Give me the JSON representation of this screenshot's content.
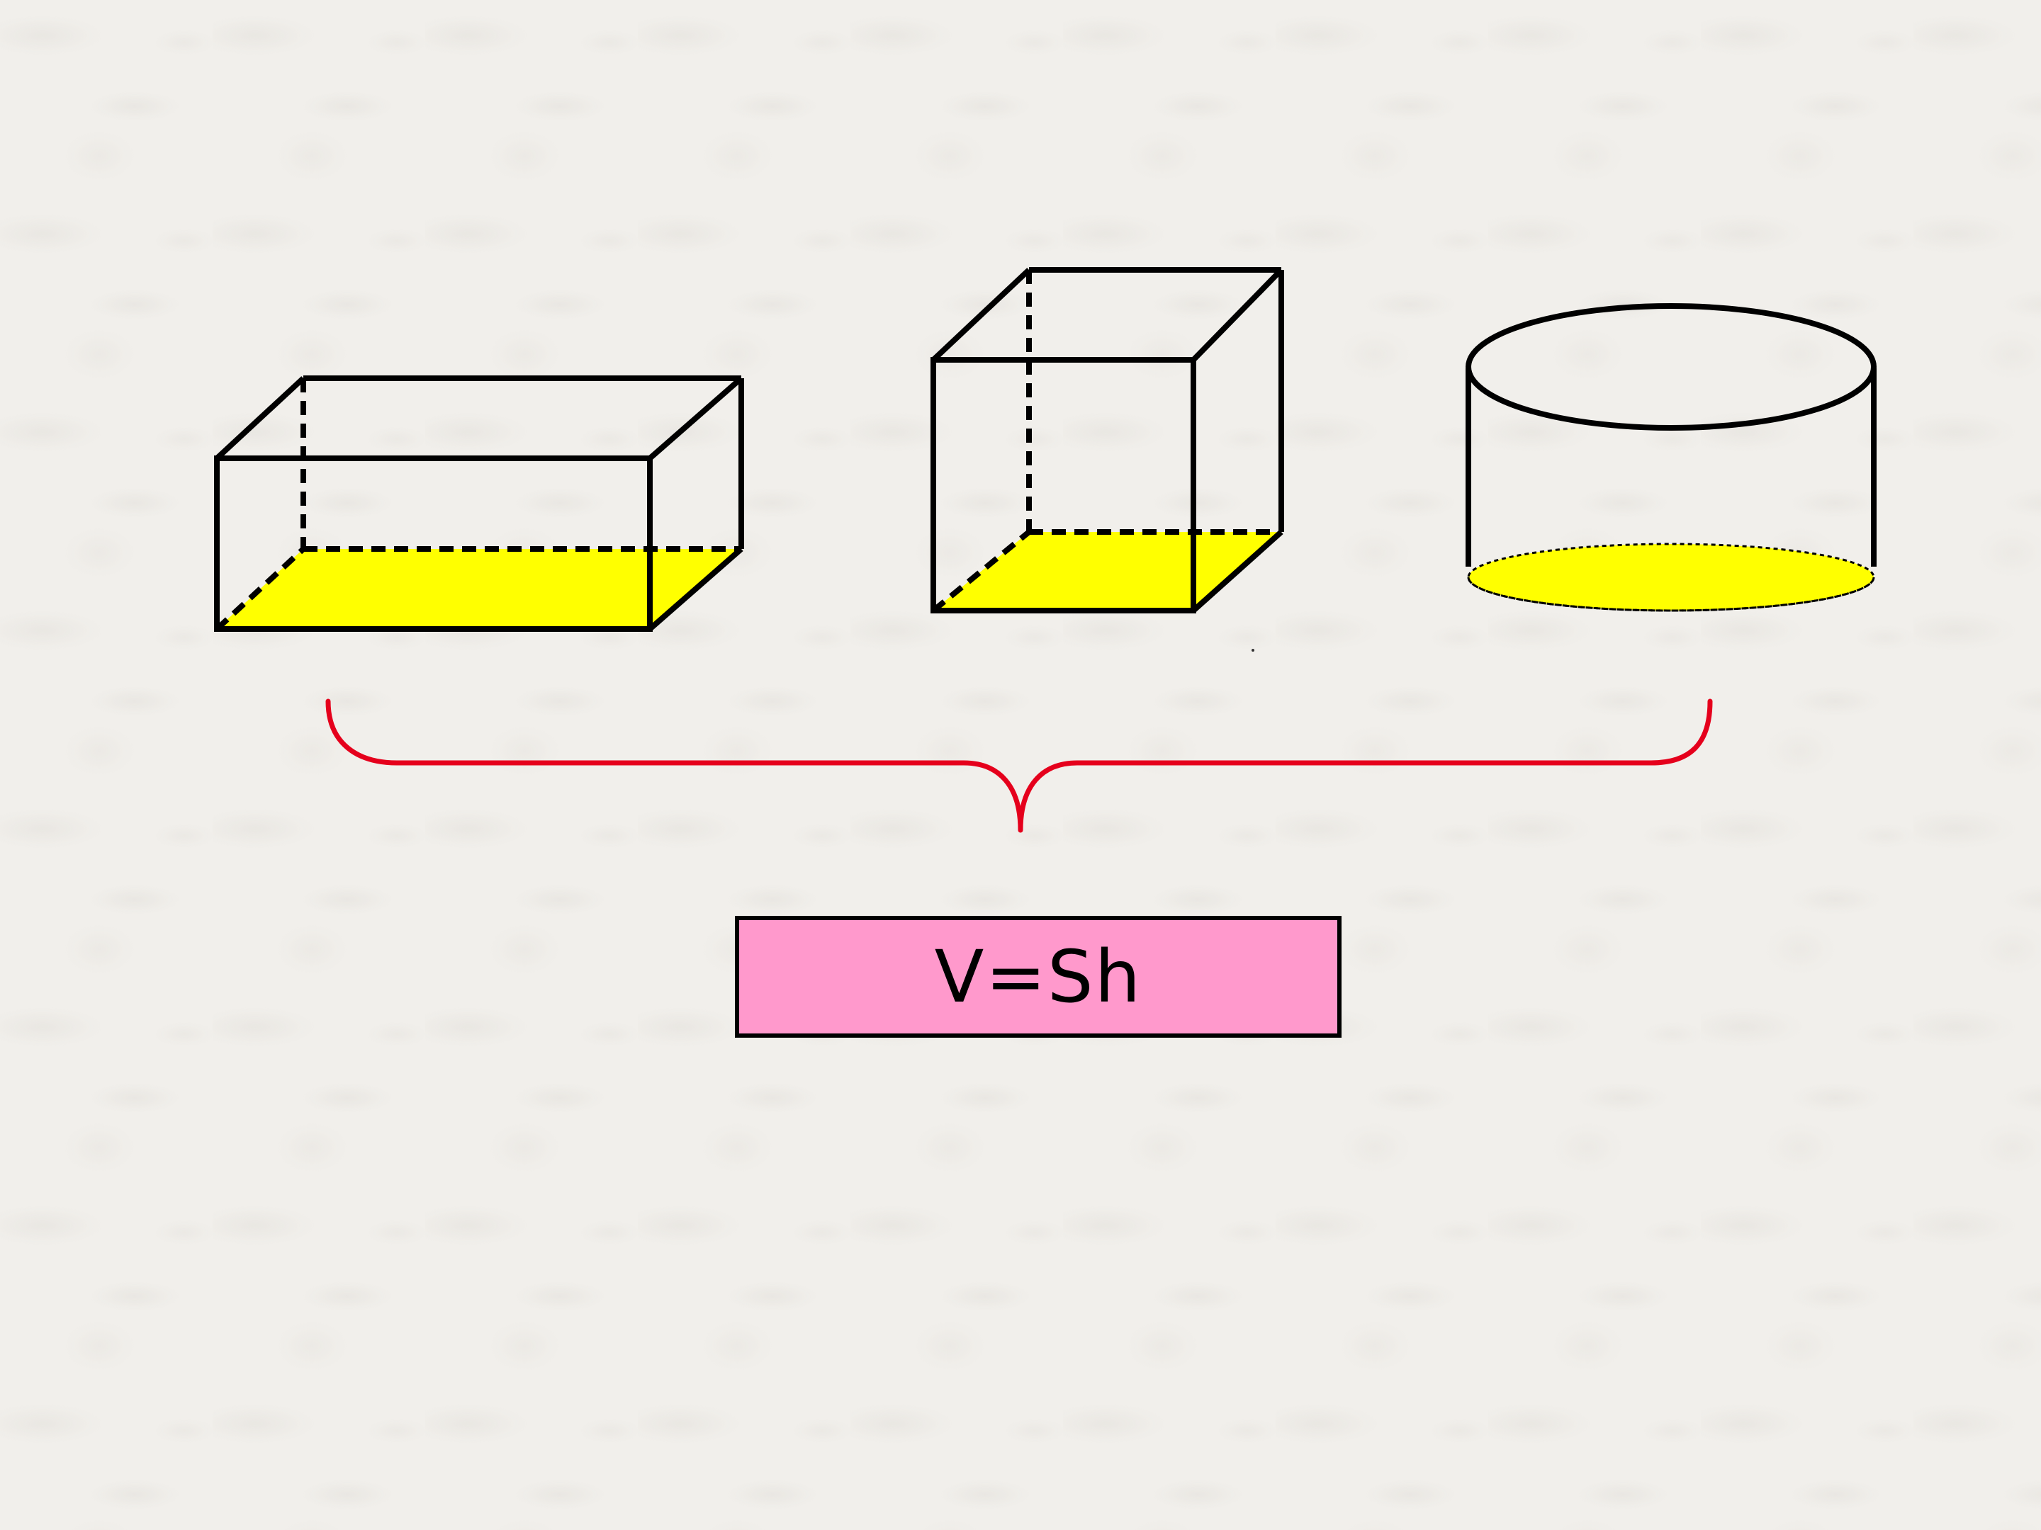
{
  "diagram": {
    "shapes": [
      {
        "name": "cuboid",
        "base": "shaded"
      },
      {
        "name": "cube",
        "base": "shaded"
      },
      {
        "name": "cylinder",
        "base": "shaded"
      }
    ],
    "colors": {
      "outline": "#000000",
      "base_fill": "#ffff00",
      "brace": "#e5001c",
      "formula_fill": "#ff99cc"
    },
    "formula": "V=Sh"
  }
}
